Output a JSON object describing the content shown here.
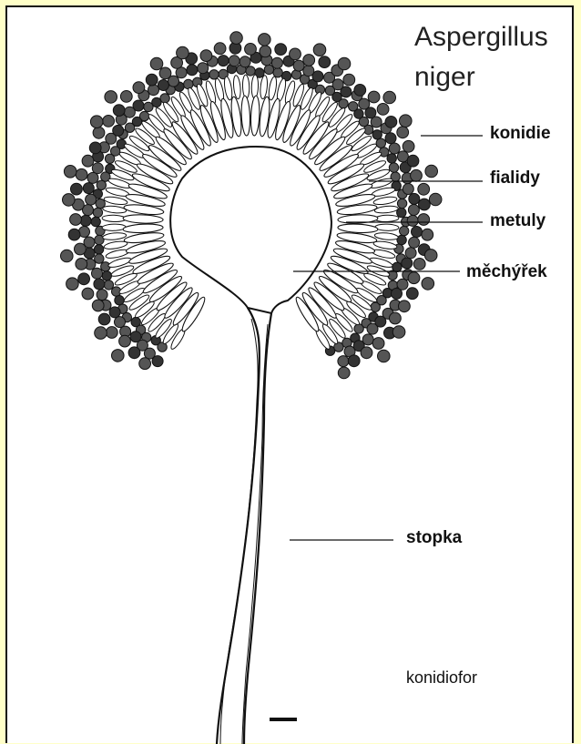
{
  "title": {
    "line1": "Aspergillus",
    "line2": "niger"
  },
  "labels": {
    "konidie": "konidie",
    "fialidy": "fialidy",
    "metuly": "metuly",
    "mechyrek": "měchýřek",
    "stopka": "stopka",
    "konidiofor": "konidiofor"
  },
  "colors": {
    "outer_background": "#FFFFC8",
    "frame_border": "#111111",
    "ink": "#111111",
    "conidium_fill": "#555555"
  }
}
